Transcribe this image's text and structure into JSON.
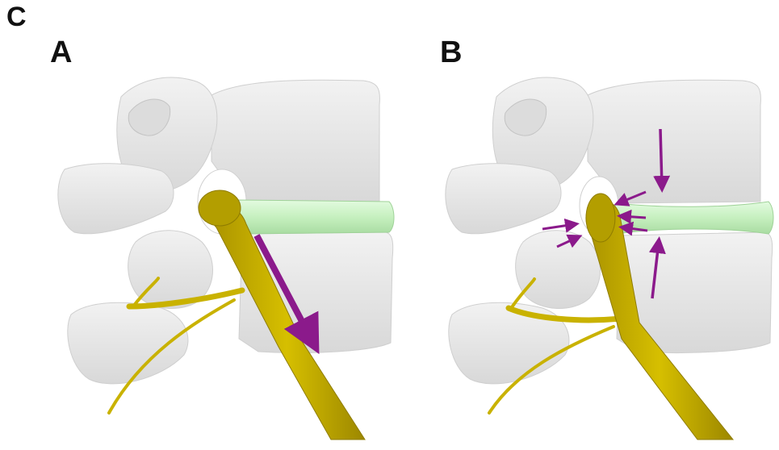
{
  "labels": {
    "figure": "C",
    "left_panel": "A",
    "right_panel": "B"
  },
  "colors": {
    "bone": "#ececec",
    "bone_shadow": "#c9c9c9",
    "disc": "#c8f2c2",
    "nerve": "#c9b200",
    "nerve_dark": "#8f7c00",
    "arrow": "#8b1a8b"
  }
}
